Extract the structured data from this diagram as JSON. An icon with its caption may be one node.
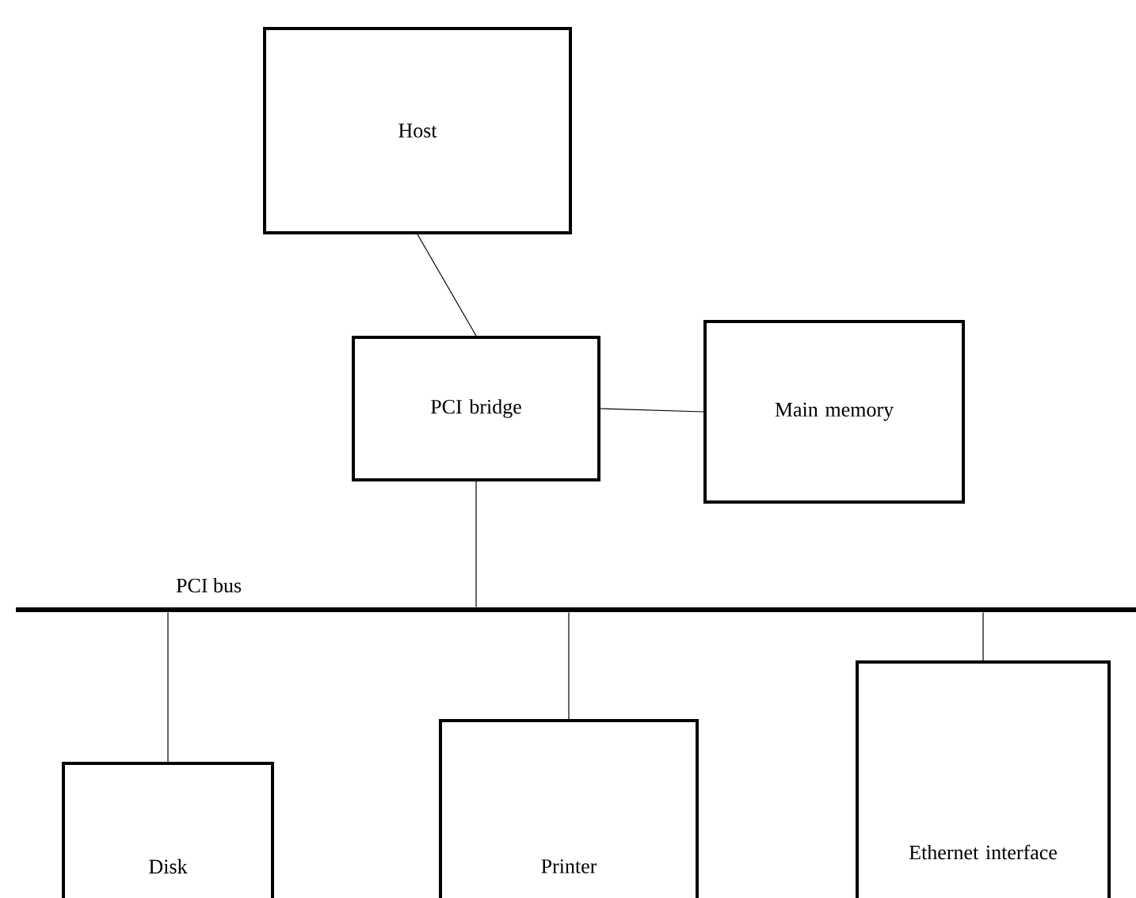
{
  "diagram": {
    "nodes": [
      {
        "text": [
          "Host"
        ]
      },
      {
        "text": [
          "PCI bridge"
        ]
      },
      {
        "text": [
          "Main memory"
        ]
      },
      {
        "text": [],
        "shape": "bar",
        "beside": [
          "PCI bus"
        ]
      },
      {
        "text": [
          "Disk"
        ]
      },
      {
        "text": [
          "Printer"
        ]
      },
      {
        "text": [
          "Ethernet interface"
        ]
      }
    ],
    "edges": [
      {
        "from": 0,
        "to": 1,
        "arrow": "none"
      },
      {
        "from": 1,
        "to": 2,
        "arrow": "none"
      },
      {
        "from": 1,
        "to": 3,
        "arrow": "none"
      },
      {
        "from": 3,
        "to": 4,
        "arrow": "none"
      },
      {
        "from": 3,
        "to": 5,
        "arrow": "none"
      },
      {
        "from": 3,
        "to": 6,
        "arrow": "none"
      }
    ]
  }
}
